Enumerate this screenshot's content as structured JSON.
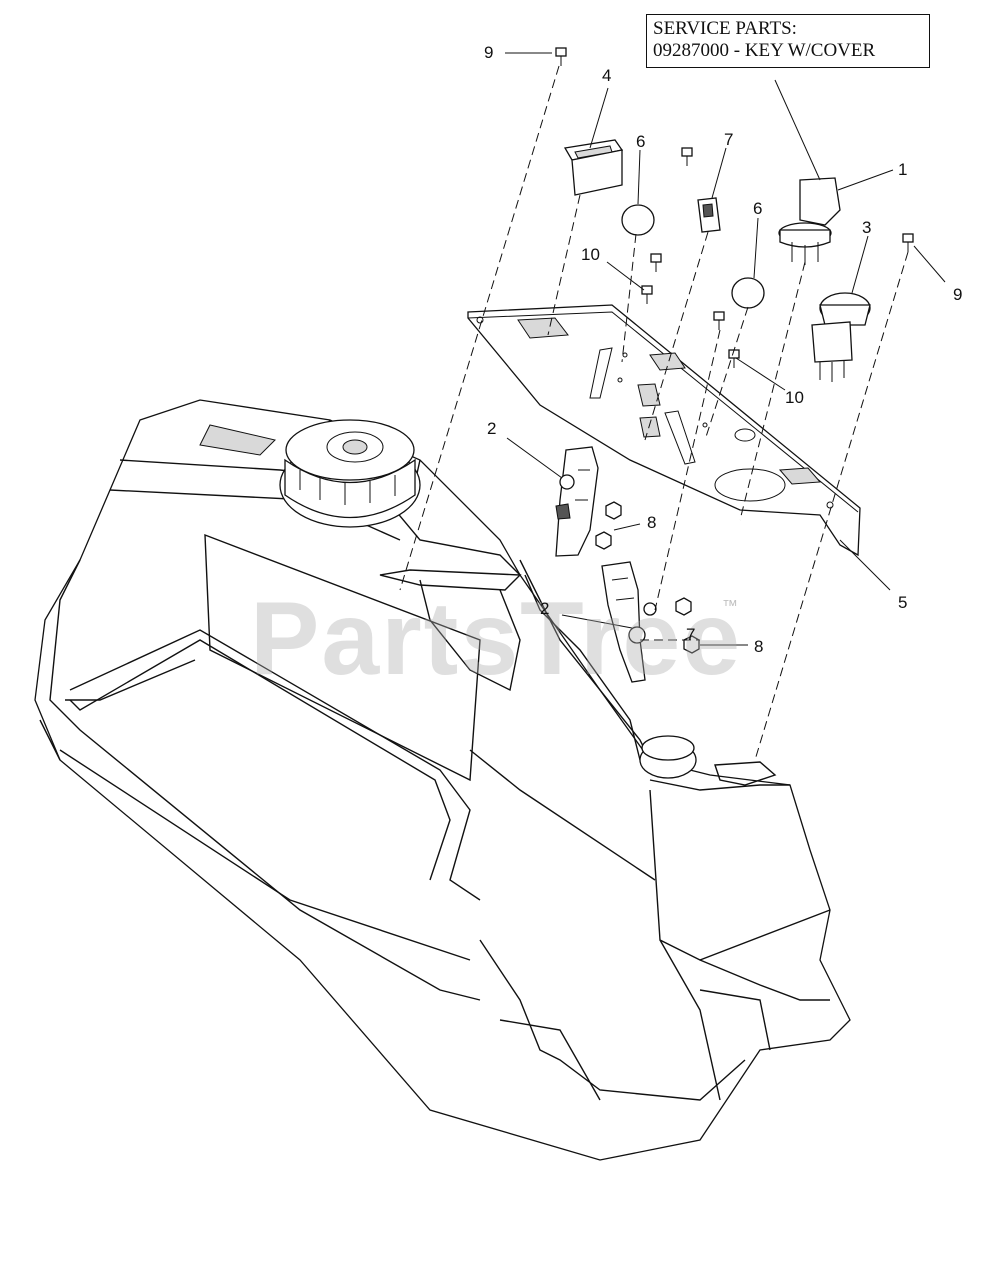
{
  "service_parts": {
    "heading": "SERVICE PARTS:",
    "line": "09287000 - KEY W/COVER"
  },
  "callouts": {
    "c9a": "9",
    "c4": "4",
    "c6a": "6",
    "c7a": "7",
    "c1": "1",
    "c6b": "6",
    "c3": "3",
    "c9b": "9",
    "c10a": "10",
    "c10b": "10",
    "c2a": "2",
    "c8a": "8",
    "c5": "5",
    "c2b": "2",
    "c7b": "7",
    "c8b": "8"
  },
  "watermark": {
    "text": "PartsTree",
    "tm": "™"
  }
}
